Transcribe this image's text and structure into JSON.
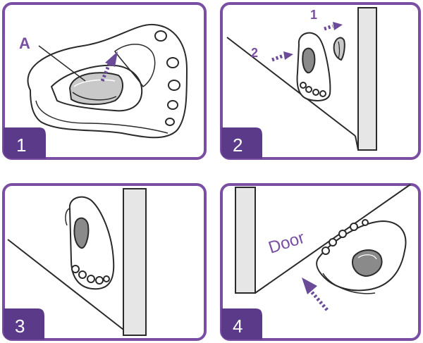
{
  "colors": {
    "frame": "#7a4fa3",
    "badge": "#5b3a8a",
    "line": "#2a2a2a",
    "gray_fill": "#c9c9c9",
    "dark_fill": "#8a8a8a",
    "arrow": "#6b4a98"
  },
  "panels": [
    {
      "step": "1",
      "callout": "A"
    },
    {
      "step": "2",
      "arrow_labels": [
        "1",
        "2"
      ]
    },
    {
      "step": "3"
    },
    {
      "step": "4",
      "door_label": "Door"
    }
  ]
}
